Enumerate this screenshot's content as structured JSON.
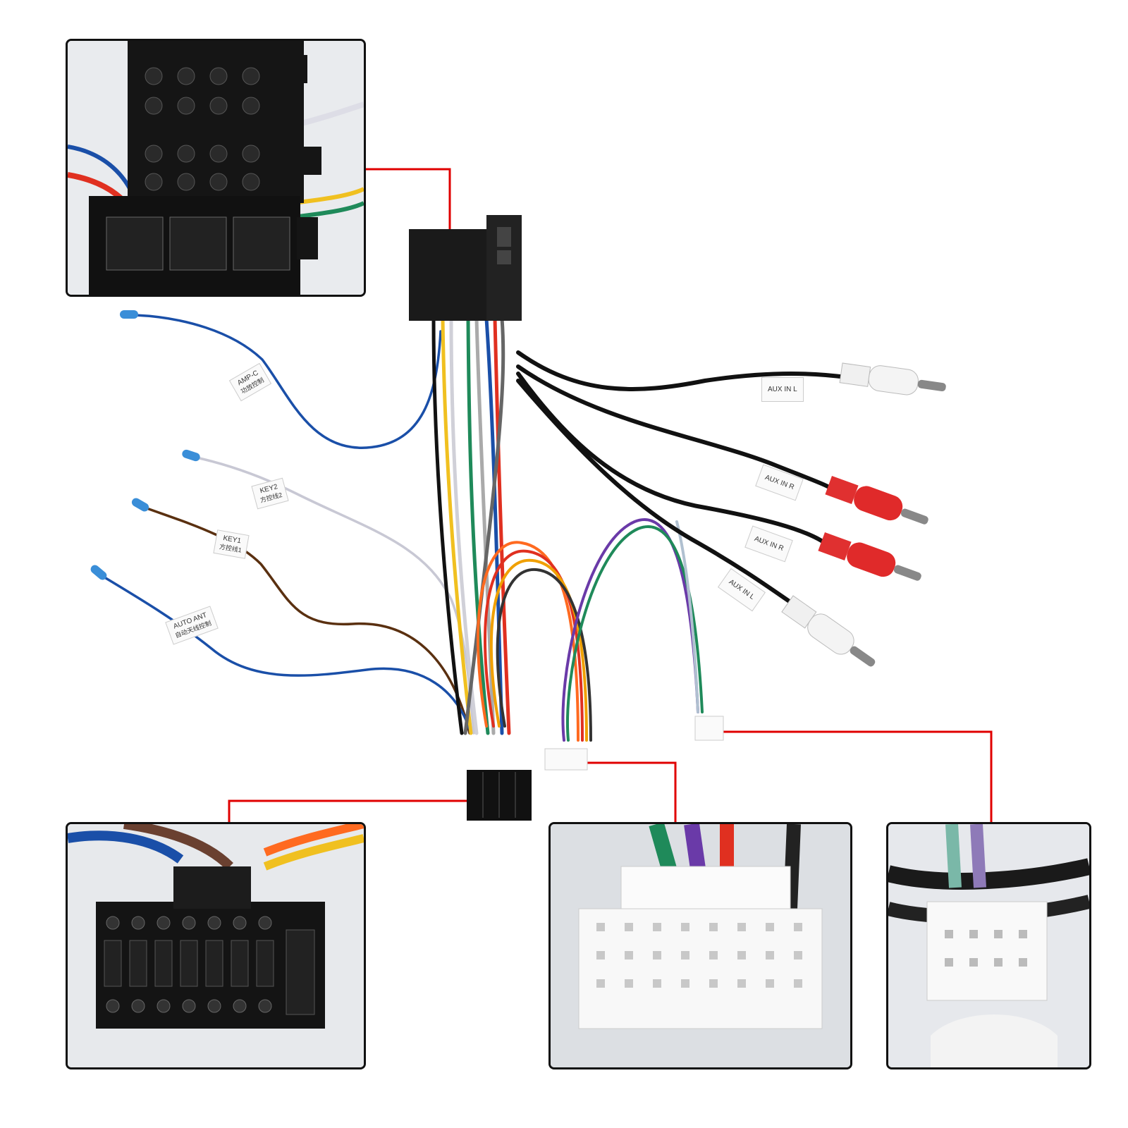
{
  "labels": {
    "amp": "AMP-C",
    "amp_cn": "功放控制",
    "key2": "KEY2",
    "key2_cn": "方控线2",
    "key1": "KEY1",
    "key1_cn": "方控线1",
    "auto_ant": "AUTO ANT",
    "auto_ant_cn": "自动天线控制",
    "aux_l_top": "AUX IN L",
    "aux_r_1": "AUX IN R",
    "aux_r_2": "AUX IN R",
    "aux_l_bottom": "AUX IN L"
  },
  "colors": {
    "callout_line": "#e00000",
    "inset_border": "#111111"
  },
  "insets": [
    "iso-connector-photo",
    "16pin-connector-photo",
    "white-20pin-connector-photo",
    "white-8pin-connector-photo"
  ]
}
